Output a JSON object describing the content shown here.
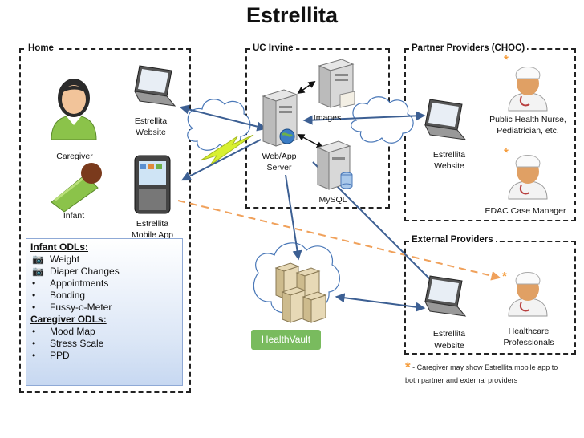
{
  "title": "Estrellita",
  "regions": {
    "home": "Home",
    "uc_irvine": "UC Irvine",
    "partner": "Partner Providers (CHOC)",
    "external": "External Providers"
  },
  "labels": {
    "caregiver": "Caregiver",
    "infant": "Infant",
    "home_website": [
      "Estrellita",
      "Website"
    ],
    "mobile_app": [
      "Estrellita",
      "Mobile App"
    ],
    "images": "Images",
    "web_app_server": [
      "Web/App",
      "Server"
    ],
    "mysql": "MySQL",
    "healthvault": "HealthVault",
    "partner_website": [
      "Estrellita",
      "Website"
    ],
    "public_health": [
      "Public Health Nurse,",
      "Pediatrician, etc."
    ],
    "edac": "EDAC Case Manager",
    "external_website": [
      "Estrellita",
      "Website"
    ],
    "healthcare": [
      "Healthcare",
      "Professionals"
    ]
  },
  "odl": {
    "infant_header": "Infant ODLs:",
    "infant_items": [
      "Weight",
      "Diaper Changes",
      "Appointments",
      "Bonding",
      "Fussy-o-Meter"
    ],
    "caregiver_header": "Caregiver ODLs:",
    "caregiver_items": [
      "Mood Map",
      "Stress Scale",
      "PPD"
    ]
  },
  "note": {
    "star": "*",
    "text_line1": "- Caregiver may show Estrellita mobile app to",
    "text_line2": "both partner and external providers"
  },
  "colors": {
    "arrow_blue": "#3c5f93",
    "dashed_orange": "#f0a15b",
    "lightning": "#d8f030",
    "healthvault": "#79bb5e",
    "star": "#f59d3d"
  }
}
